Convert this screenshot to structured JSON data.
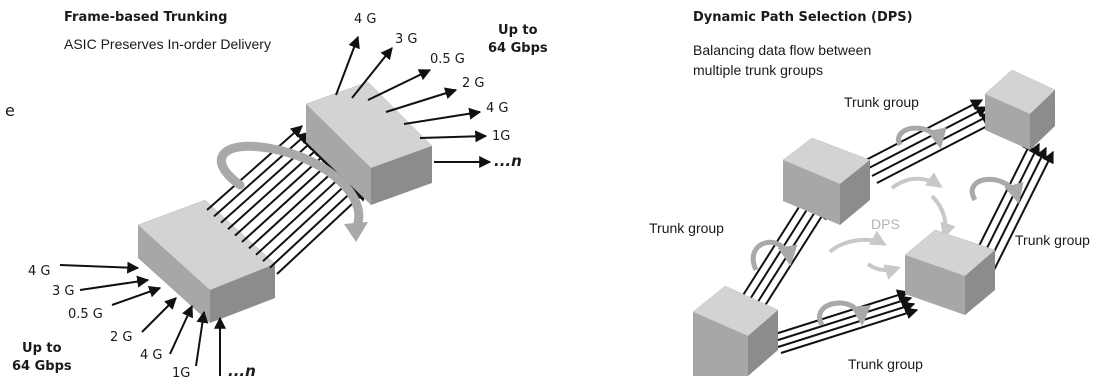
{
  "left": {
    "title": "Frame-based Trunking",
    "subtitle": "ASIC Preserves In-order Delivery",
    "in_speed": {
      "line1": "Up to",
      "line2": "64 Gbps"
    },
    "out_speed": {
      "line1": "Up to",
      "line2": "64 Gbps"
    },
    "in_links": [
      "4 G",
      "3 G",
      "0.5 G",
      "2 G",
      "4 G",
      "1G",
      "...n"
    ],
    "out_links": [
      "4 G",
      "3 G",
      "0.5 G",
      "2 G",
      "4 G",
      "1G",
      "...n"
    ],
    "edge_fragment": "e"
  },
  "right": {
    "title": "Dynamic Path Selection (DPS)",
    "subtitle_line1": "Balancing data flow between",
    "subtitle_line2": "multiple trunk groups",
    "dps_label": "DPS",
    "trunk_labels": [
      "Trunk group",
      "Trunk group",
      "Trunk group",
      "Trunk group"
    ]
  },
  "colors": {
    "box_top": "#d3d3d3",
    "box_front": "#a7a7a7",
    "box_side": "#8c8c8c",
    "line": "#111111",
    "arrow_gray": "#a9a9a9",
    "dps_gray": "#c8c8c8"
  }
}
